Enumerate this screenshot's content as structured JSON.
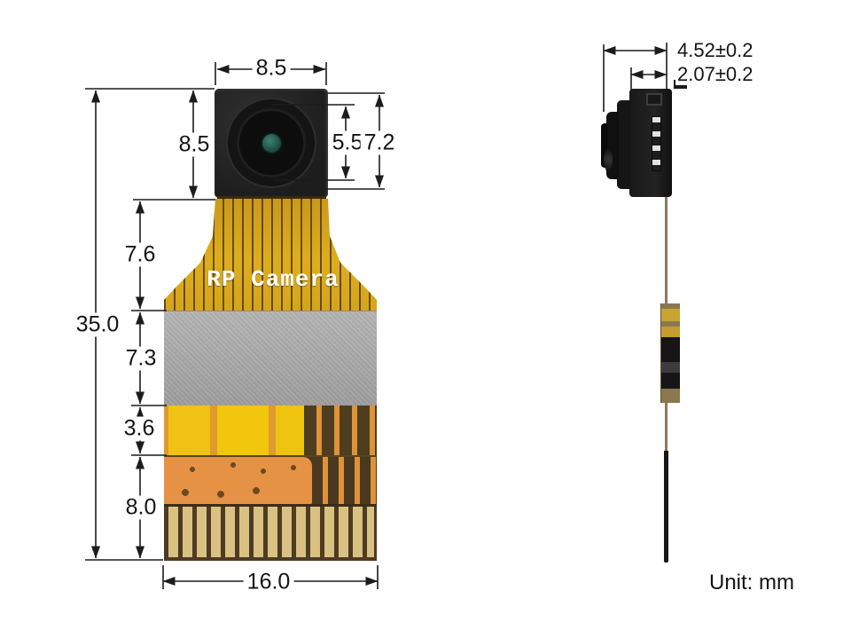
{
  "front_view": {
    "flex_label": "RP Camera",
    "dimensions": {
      "module_width": "8.5",
      "module_height": "8.5",
      "lens_height": "5.5",
      "housing_height": "7.2",
      "neck_height": "7.6",
      "stiffener_height": "7.3",
      "trace_band_height": "3.6",
      "connector_height": "8.0",
      "total_height": "35.0",
      "connector_width": "16.0"
    }
  },
  "side_view": {
    "dimensions": {
      "module_depth": "4.52±0.2",
      "lens_depth": "2.07±0.2"
    }
  },
  "footer": {
    "unit_label": "Unit: mm"
  },
  "colors": {
    "ink": "#1c1c1c",
    "flex_gold": "#d9a81f",
    "stiffener_gray": "#a8a8a8",
    "copper_orange": "#e59245",
    "gold_finger": "#d9c183",
    "aperture_teal": "#2a5c52"
  }
}
